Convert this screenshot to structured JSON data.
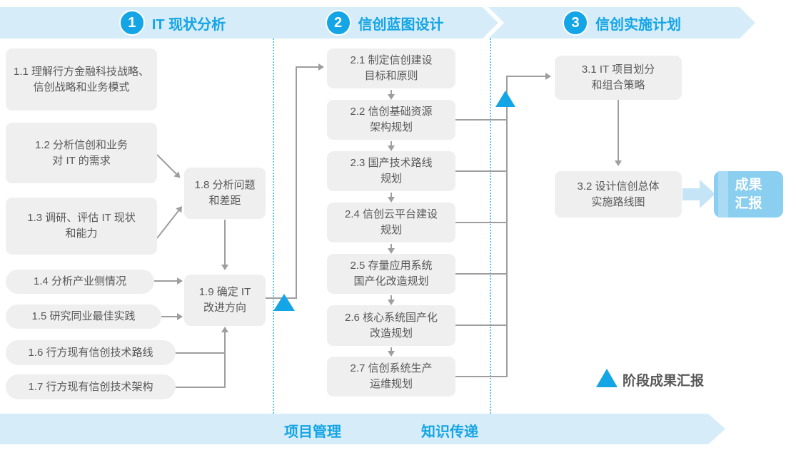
{
  "colors": {
    "accent_blue": "#14a5e6",
    "banner_bg": "#d7ecf9",
    "box_bg": "#efefef",
    "box_text": "#595757",
    "connector_gray": "#9e9e9e",
    "divider_dotted_blue": "#5fc3ea",
    "result_box_bg": "#8bcff0",
    "block_arrow_blue": "#c5e5f7"
  },
  "phases": [
    {
      "number": "1",
      "title": "IT 现状分析"
    },
    {
      "number": "2",
      "title": "信创蓝图设计"
    },
    {
      "number": "3",
      "title": "信创实施计划"
    }
  ],
  "boxes": {
    "b11": "1.1 理解行方金融科技战略、\n信创战略和业务模式",
    "b12": "1.2 分析信创和业务\n对 IT 的需求",
    "b13": "1.3 调研、评估 IT 现状\n和能力",
    "b14": "1.4 分析产业侧情况",
    "b15": "1.5 研究同业最佳实践",
    "b16": "1.6 行方现有信创技术路线",
    "b17": "1.7 行方现有信创技术架构",
    "b18": "1.8 分析问题\n和差距",
    "b19": "1.9 确定 IT\n改进方向",
    "b21": "2.1 制定信创建设\n目标和原则",
    "b22": "2.2 信创基础资源\n架构规划",
    "b23": "2.3 国产技术路线\n规划",
    "b24": "2.4 信创云平台建设\n规划",
    "b25": "2.5 存量应用系统\n国产化改造规划",
    "b26": "2.6 核心系统国产化\n改造规划",
    "b27": "2.7 信创系统生产\n运维规划",
    "b31": "3.1 IT 项目划分\n和组合策略",
    "b32": "3.2 设计信创总体\n实施路线图"
  },
  "result_label": "成果\n汇报",
  "legend": {
    "label": "阶段成果汇报"
  },
  "footer": {
    "left": "项目管理",
    "right": "知识传递"
  }
}
